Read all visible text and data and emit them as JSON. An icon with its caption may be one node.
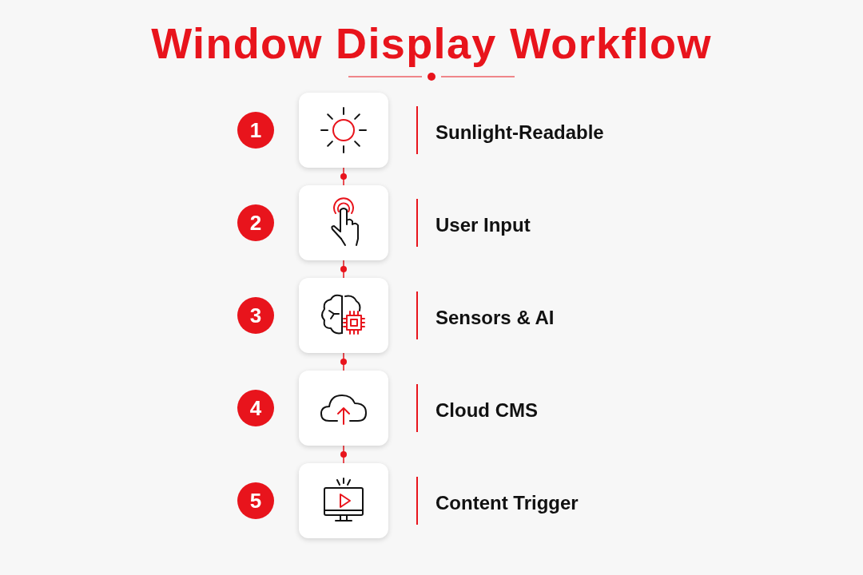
{
  "diagram": {
    "title": "Window Display Workflow",
    "nodes": [
      {
        "text": [
          "Sunlight-Readable"
        ],
        "beside": [
          "1"
        ]
      },
      {
        "text": [
          "User Input"
        ],
        "beside": [
          "2"
        ]
      },
      {
        "text": [
          "Sensors & AI"
        ],
        "beside": [
          "3"
        ]
      },
      {
        "text": [
          "Cloud CMS"
        ],
        "beside": [
          "4"
        ]
      },
      {
        "text": [
          "Content Trigger"
        ],
        "beside": [
          "5"
        ]
      }
    ],
    "edges": [
      {
        "from": 0,
        "to": 1,
        "arrow": "none"
      },
      {
        "from": 1,
        "to": 2,
        "arrow": "none"
      },
      {
        "from": 2,
        "to": 3,
        "arrow": "none"
      },
      {
        "from": 3,
        "to": 4,
        "arrow": "none"
      }
    ]
  }
}
